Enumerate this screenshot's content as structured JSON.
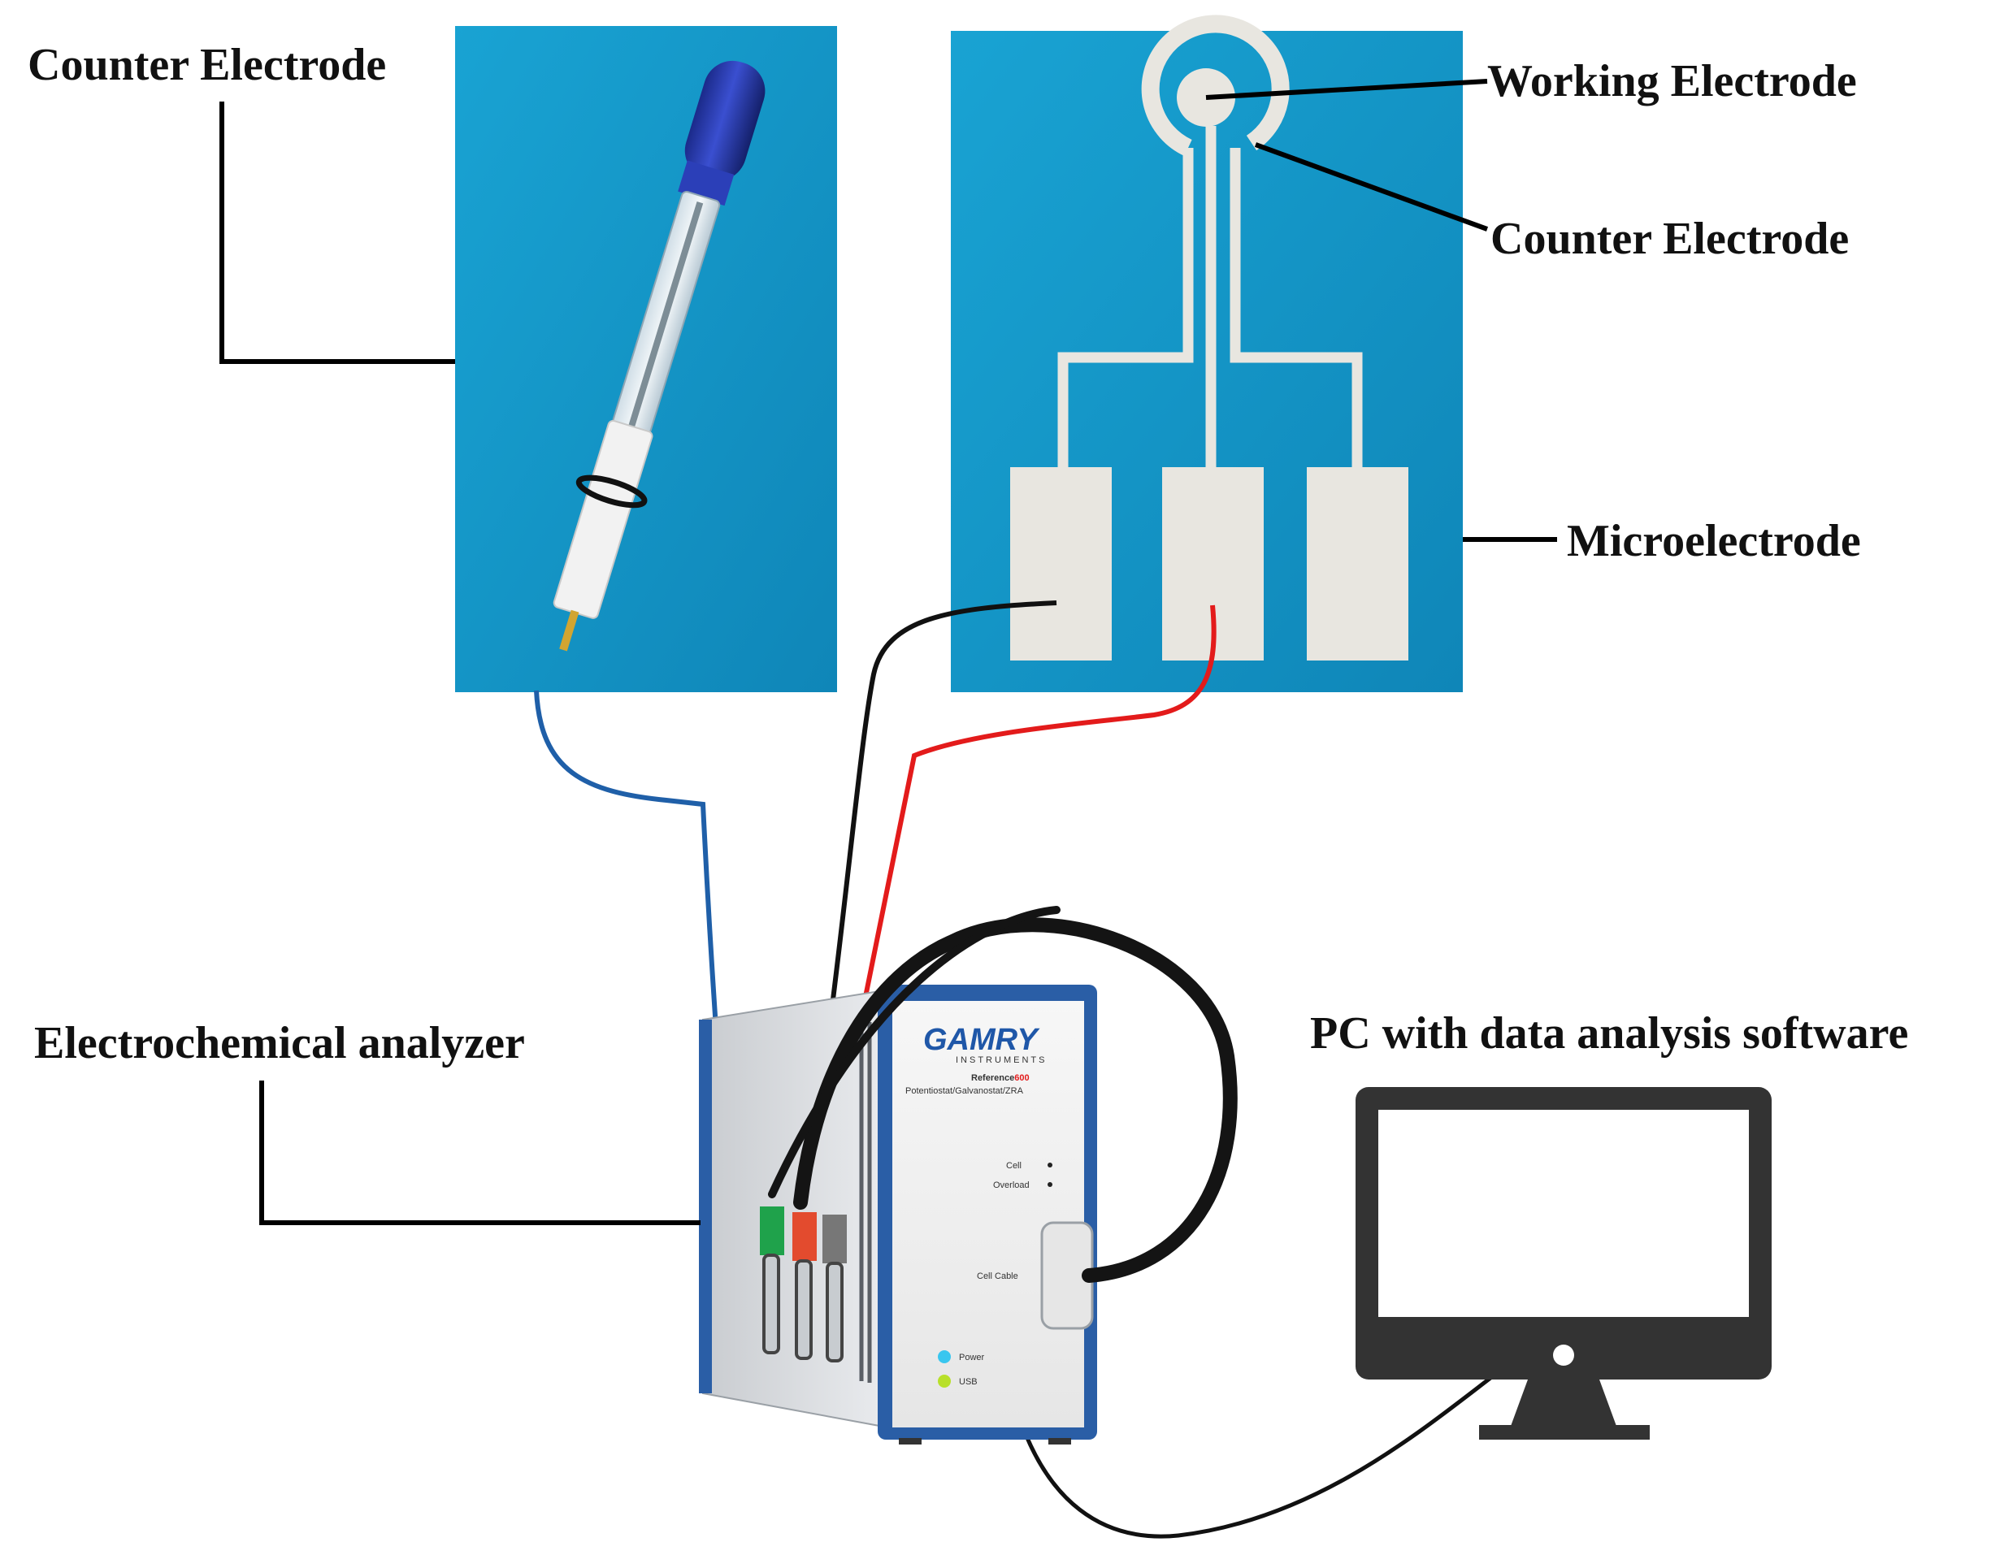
{
  "labels": {
    "counter_electrode_left": "Counter Electrode",
    "working_electrode": "Working Electrode",
    "counter_electrode_right": "Counter Electrode",
    "microelectrode": "Microelectrode",
    "electrochemical_analyzer": "Electrochemical analyzer",
    "pc_software": "PC with data analysis software"
  },
  "device": {
    "brand": "GAMRY",
    "brand_sub": "INSTRUMENTS",
    "model_prefix": "Reference",
    "model_number": "600",
    "subtitle": "Potentiostat/Galvanostat/ZRA",
    "indicator_cell": "Cell",
    "indicator_overload": "Overload",
    "port_label": "Cell Cable",
    "led_power": "Power",
    "led_usb": "USB"
  },
  "colors": {
    "photo_background": "#1597c9",
    "wire_blue": "#1f5fa8",
    "wire_red": "#e31b1b",
    "wire_black": "#111111",
    "device_blue": "#2a5ea6",
    "monitor": "#333333",
    "led_power": "#39c6ef",
    "led_usb": "#b8e02a"
  }
}
